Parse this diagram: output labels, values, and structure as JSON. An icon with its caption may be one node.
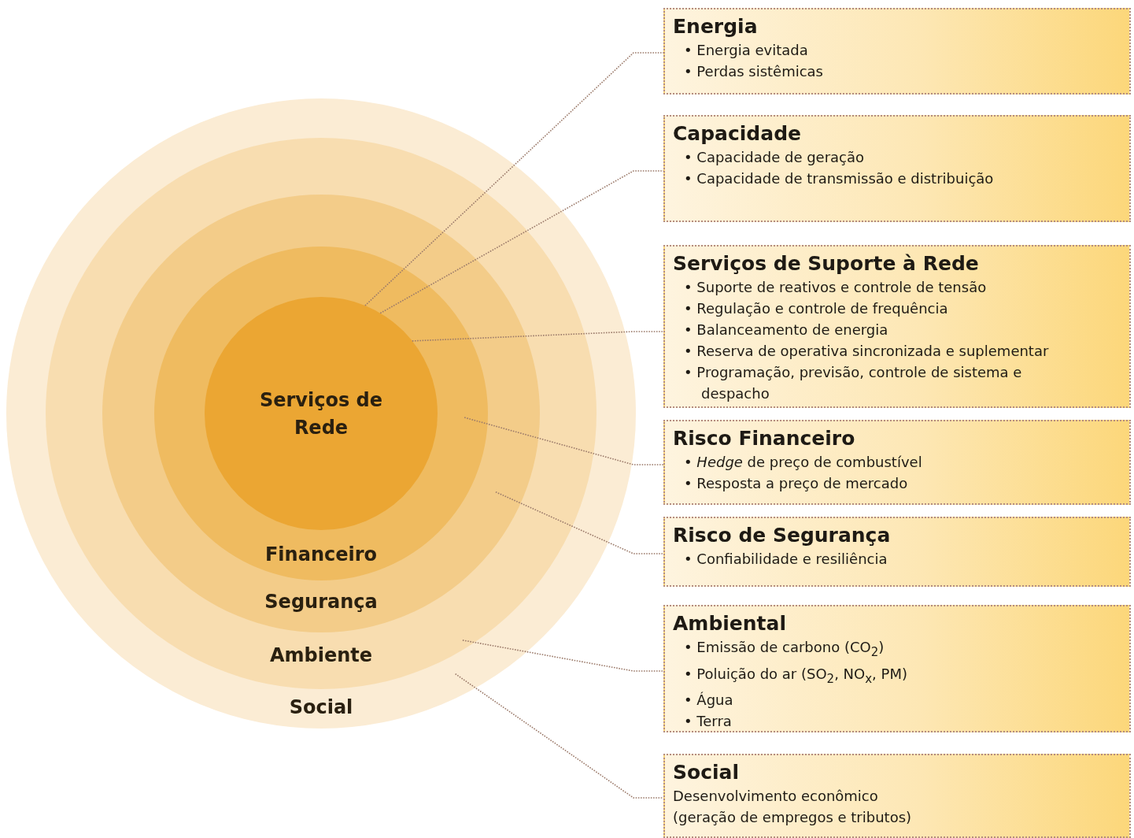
{
  "diagram": {
    "nodes": [
      {
        "text": [
          "Social"
        ]
      },
      {
        "text": [
          "Ambiente"
        ],
        "in": 0
      },
      {
        "text": [
          "Segurança"
        ],
        "in": 1
      },
      {
        "text": [
          "Financeiro"
        ],
        "in": 2
      },
      {
        "text": [
          "Serviços de Rede"
        ],
        "in": 3
      },
      {
        "text": [
          "Energia",
          "• Energia evitada",
          "• Perdas sistêmicas"
        ]
      },
      {
        "text": [
          "Capacidade",
          "• Capacidade de geração",
          "• Capacidade de transmissão e distribuição"
        ]
      },
      {
        "text": [
          "Serviços de Suporte à Rede",
          "• Suporte de reativos e controle de tensão",
          "• Regulação e controle de frequência",
          "• Balanceamento de energia",
          "• Reserva de operativa sincronizada e suplementar",
          "• Programação, previsão, controle de sistema e despacho"
        ]
      },
      {
        "text": [
          "Risco Financeiro",
          "• *Hedge* de preço de combustível",
          "• Resposta a preço de mercado"
        ]
      },
      {
        "text": [
          "Risco de Segurança",
          "• Confiabilidade e resiliência"
        ]
      },
      {
        "text": [
          "Ambiental",
          "• Emissão de carbono (CO$_{2}$)",
          "• Poluição do ar (SO$_{2}$, NO$_{x}$, PM)",
          "• Água",
          "• Terra"
        ]
      },
      {
        "text": [
          "Social",
          "Desenvolvimento econômico (geração de empregos e tributos)"
        ]
      }
    ],
    "edges": [
      {
        "from": 4,
        "to": 5,
        "arrow": "none"
      },
      {
        "from": 4,
        "to": 6,
        "arrow": "none"
      },
      {
        "from": 4,
        "to": 7,
        "arrow": "none"
      },
      {
        "from": 3,
        "to": 8,
        "arrow": "none"
      },
      {
        "from": 2,
        "to": 9,
        "arrow": "none"
      },
      {
        "from": 1,
        "to": 10,
        "arrow": "none"
      },
      {
        "from": 0,
        "to": 11,
        "arrow": "none"
      }
    ]
  }
}
